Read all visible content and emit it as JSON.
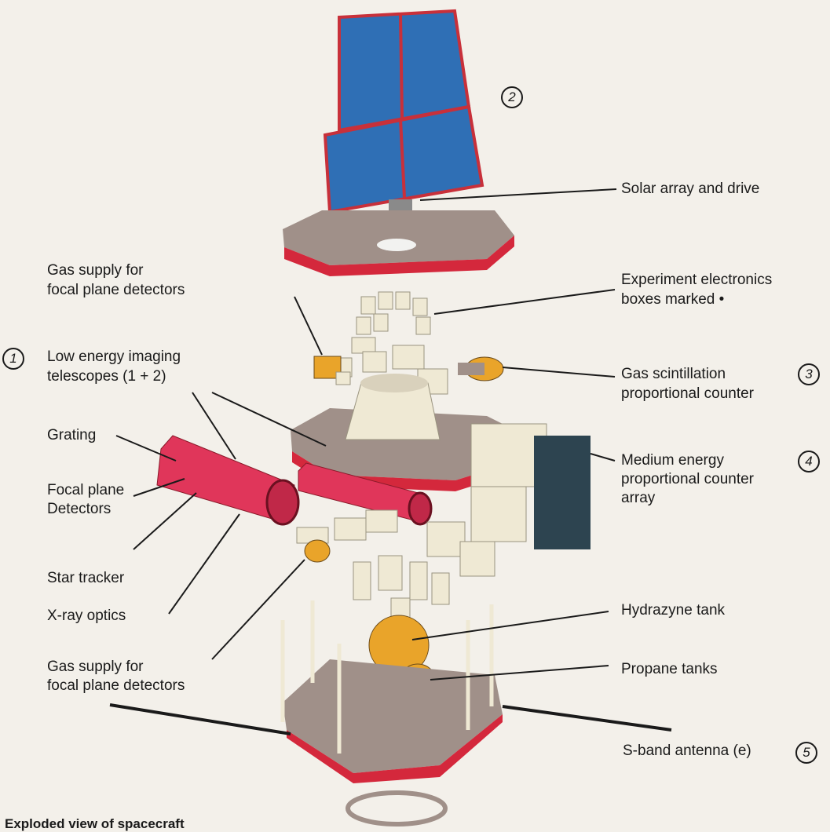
{
  "markers": {
    "m1": "1",
    "m2": "2",
    "m3": "3",
    "m4": "4",
    "m5": "5"
  },
  "labels": {
    "solar_array": "Solar array and drive",
    "gas_supply_top_1": "Gas supply for",
    "gas_supply_top_2": "focal plane detectors",
    "electronics_1": "Experiment electronics",
    "electronics_2": "boxes marked •",
    "low_energy_1": "Low energy imaging",
    "low_energy_2": "telescopes (1 + 2)",
    "gas_scint_1": "Gas scintillation",
    "gas_scint_2": "proportional counter",
    "grating": "Grating",
    "focal_1": "Focal plane",
    "focal_2": "Detectors",
    "medium_1": "Medium energy",
    "medium_2": "proportional counter",
    "medium_3": "array",
    "star_tracker": "Star tracker",
    "xray_optics": "X-ray optics",
    "hydrazyne": "Hydrazyne tank",
    "gas_supply_bot_1": "Gas supply for",
    "gas_supply_bot_2": "focal plane detectors",
    "propane": "Propane tanks",
    "sband": "S-band antenna (e)"
  },
  "caption": "Exploded view of spacecraft",
  "colors": {
    "background": "#f3f0ea",
    "solar_panel": "#2f6fb5",
    "structure_red": "#d4283c",
    "telescope_red": "#e0365a",
    "platform_grey": "#9c8d86",
    "box_cream": "#efe9d4",
    "tank_orange": "#e9a42a",
    "detector_dark": "#2d4450"
  }
}
